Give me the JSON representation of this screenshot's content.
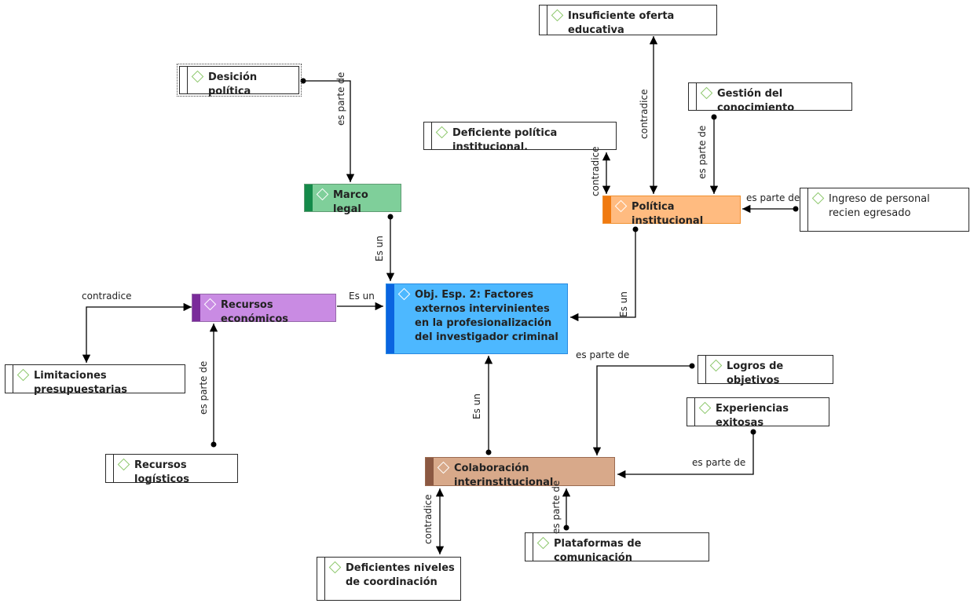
{
  "nodes": {
    "insuficiente": "Insuficiente oferta educativa",
    "desicion": "Desición política",
    "gestion": "Gestión del conocimiento",
    "deficiente_pol": "Deficiente política institucional.",
    "marco": "Marco legal",
    "politica": "Política institucional",
    "ingreso": "Ingreso de personal recien egresado",
    "recursos_eco": "Recursos económicos",
    "obj": "Obj. Esp. 2: Factores externos intervinientes en la profesionalización del investigador criminal",
    "limitaciones": "Limitaciones presupuestarias",
    "logros": "Logros de objetivos",
    "experiencias": "Experiencias exitosas",
    "recursos_log": "Recursos logísticos",
    "colaboracion": "Colaboración interinstitucional",
    "plataformas": "Plataformas de comunicación",
    "deficientes_niv": "Deficientes niveles de coordinación"
  },
  "relations": {
    "desicion_marco": "es parte de",
    "deficiente_politica": "contradice",
    "insuficiente_politica": "contradice",
    "gestion_politica": "es parte de",
    "ingreso_politica": "es parte de",
    "marco_obj": "Es un",
    "recursos_obj": "Es un",
    "politica_obj": "Es un",
    "recursos_limit": "contradice",
    "logistic_recursos": "es parte de",
    "colab_obj": "Es un",
    "logros_colab": "es parte de",
    "exp_colab": "es parte de",
    "colab_deficientes": "contradice",
    "plataformas_colab": "es parte de"
  },
  "colors": {
    "marco_fill": "#7fcf9a",
    "marco_bar": "#148a4a",
    "politica_fill": "#ffbb80",
    "politica_bar": "#f07a10",
    "recursos_fill": "#c98be3",
    "recursos_bar": "#7a2b9a",
    "obj_fill": "#4db8ff",
    "obj_bar": "#0a64e0",
    "colab_fill": "#d8a98a",
    "colab_bar": "#8b5842",
    "diamond": "#8cc76b"
  }
}
